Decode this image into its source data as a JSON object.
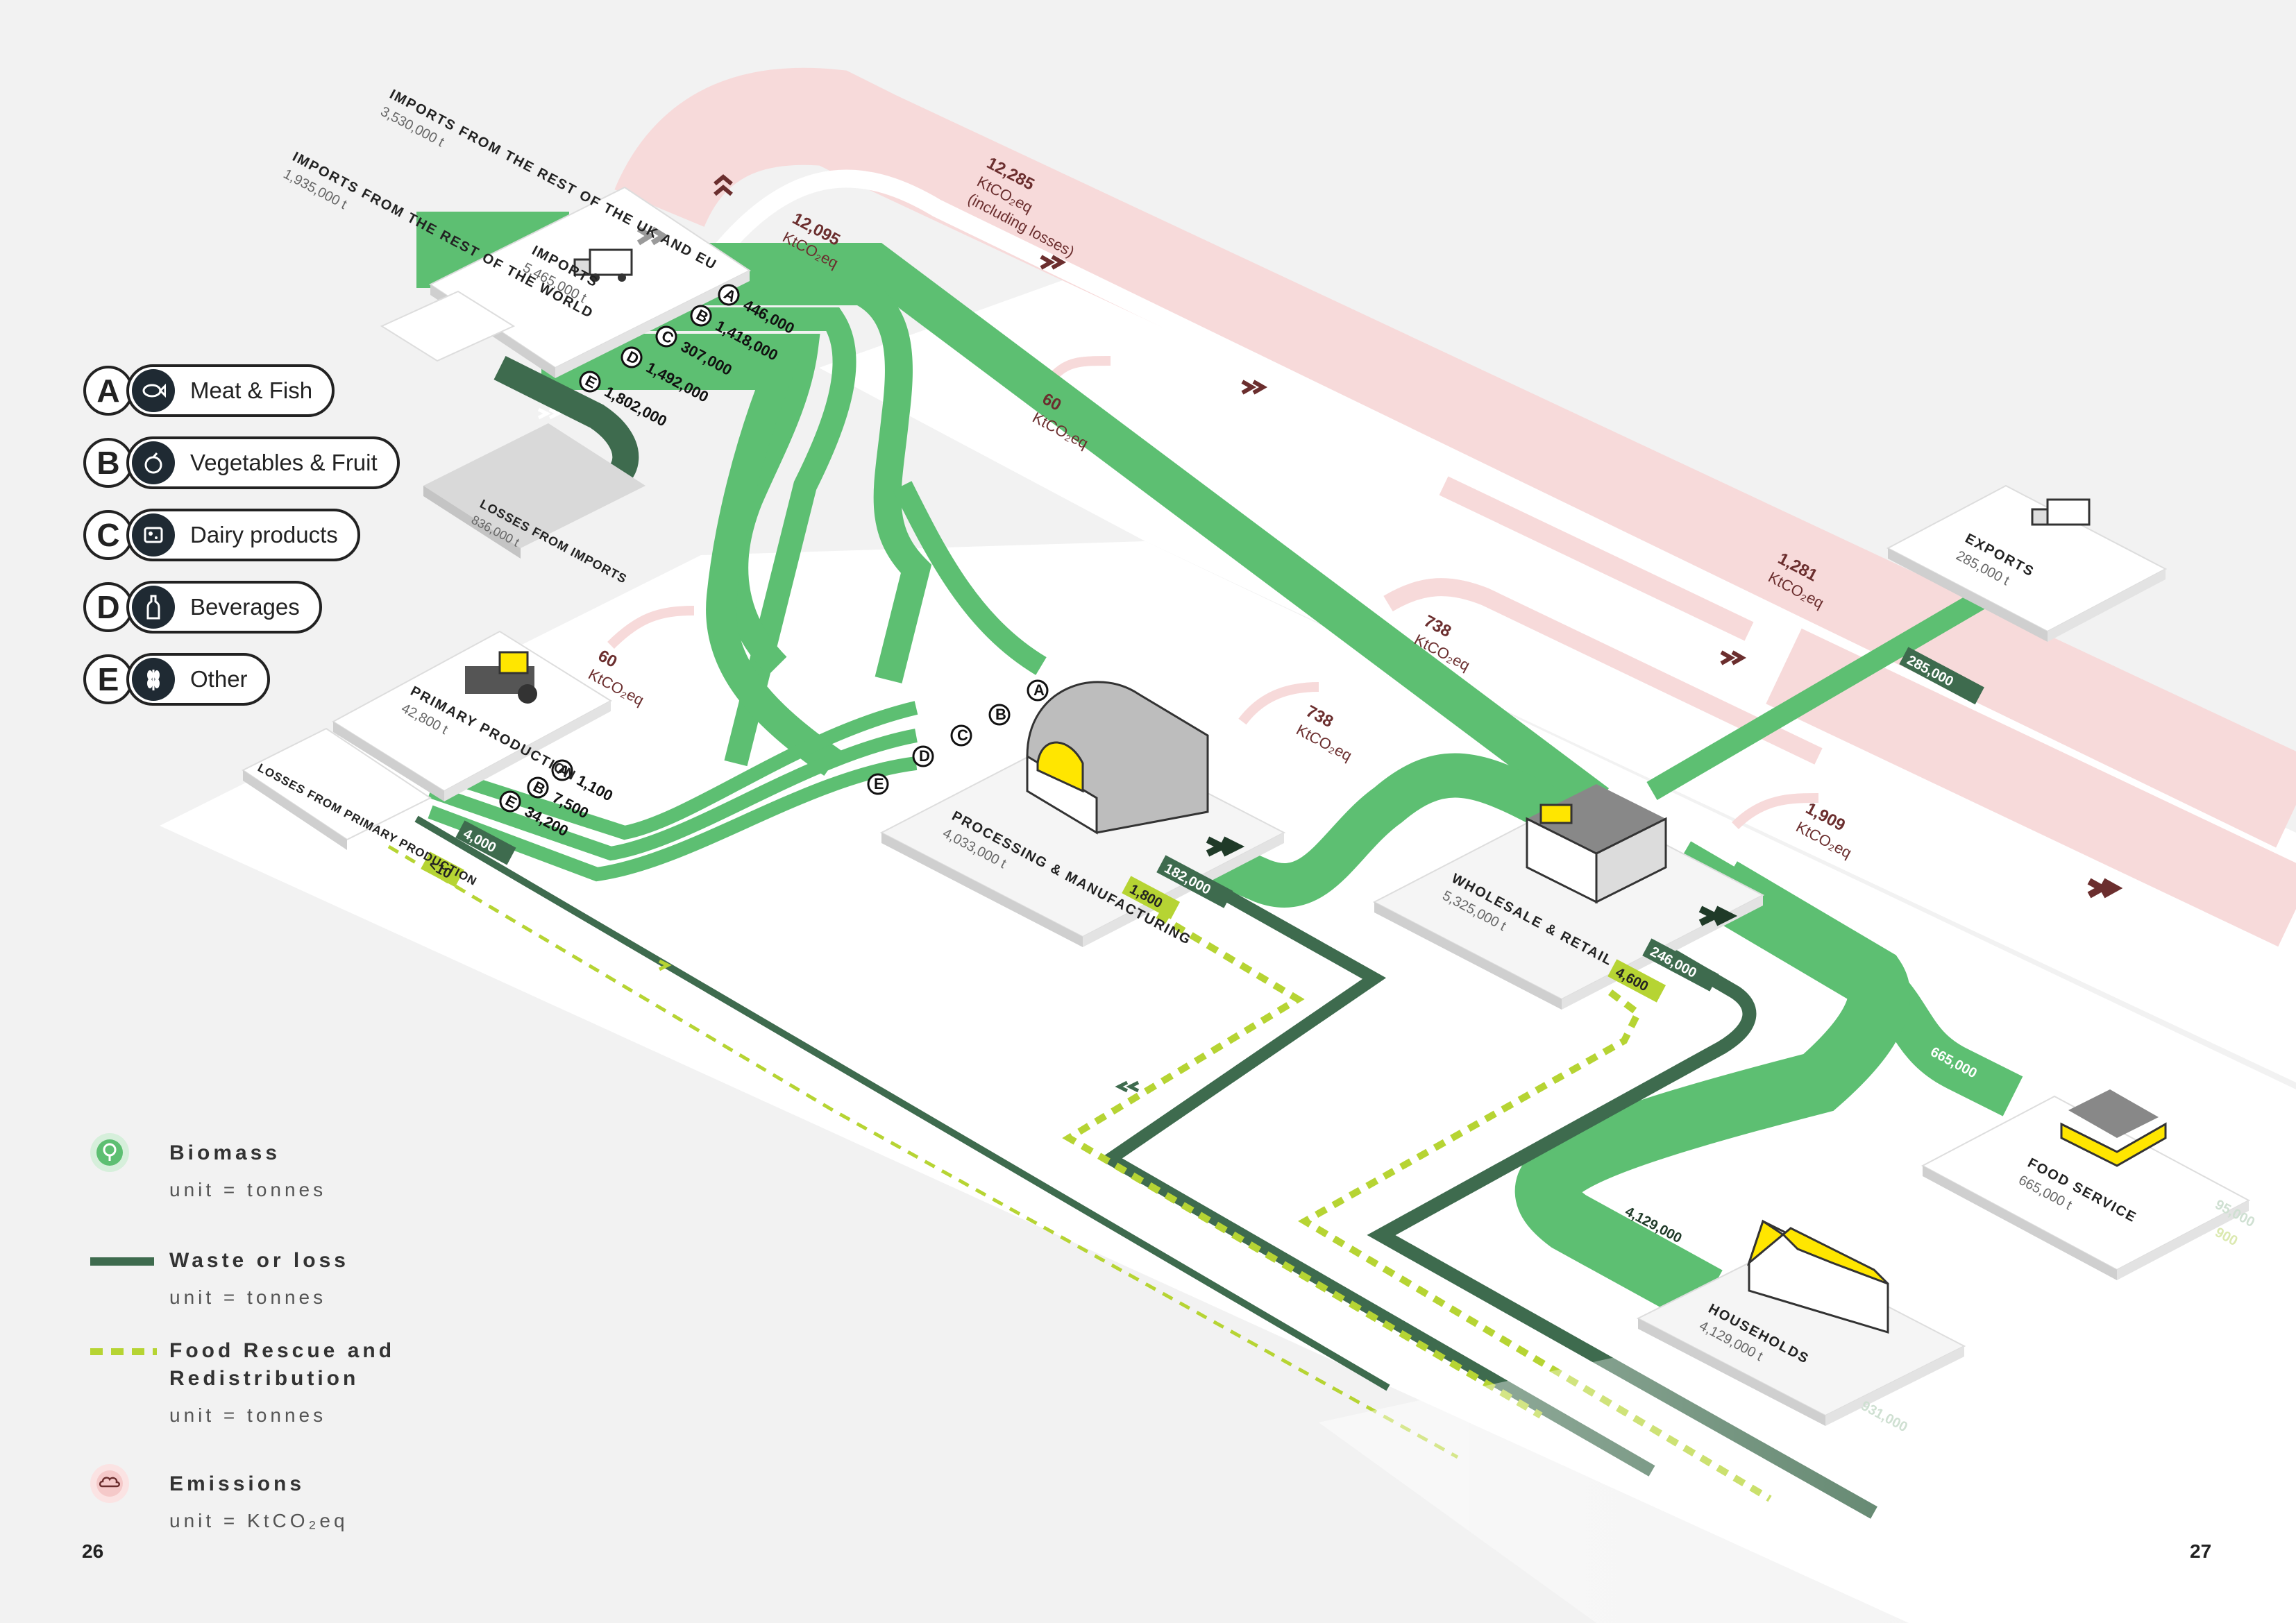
{
  "imports": {
    "ruk_eu_label": "IMPORTS FROM THE REST OF THE UK AND EU",
    "ruk_eu_value": "3,530,000 t",
    "row_label": "IMPORTS FROM THE REST OF THE WORLD",
    "row_value": "1,935,000 t"
  },
  "nodes": {
    "imports": {
      "title": "IMPORTS",
      "value": "5,465,000 t"
    },
    "losses_imports": {
      "title": "LOSSES FROM IMPORTS",
      "value": "836,000 t"
    },
    "primary": {
      "title": "PRIMARY PRODUCTION",
      "value": "42,800 t"
    },
    "losses_primary": {
      "title": "LOSSES FROM PRIMARY PRODUCTION"
    },
    "processing": {
      "title": "PROCESSING & MANUFACTURING",
      "value": "4,033,000 t"
    },
    "wholesale": {
      "title": "WHOLESALE & RETAIL",
      "value": "5,325,000 t"
    },
    "exports": {
      "title": "EXPORTS",
      "value": "285,000 t"
    },
    "food_service": {
      "title": "FOOD SERVICE",
      "value": "665,000 t"
    },
    "households": {
      "title": "HOUSEHOLDS",
      "value": "4,129,000 t"
    }
  },
  "import_flows": [
    {
      "letter": "A",
      "value": "446,000"
    },
    {
      "letter": "B",
      "value": "1,418,000"
    },
    {
      "letter": "C",
      "value": "307,000"
    },
    {
      "letter": "D",
      "value": "1,492,000"
    },
    {
      "letter": "E",
      "value": "1,802,000"
    }
  ],
  "primary_flows": [
    {
      "letter": "A",
      "value": "1,100"
    },
    {
      "letter": "B",
      "value": "7,500"
    },
    {
      "letter": "E",
      "value": "34,200"
    }
  ],
  "processing_letters": [
    "A",
    "B",
    "C",
    "D",
    "E"
  ],
  "flow_values": {
    "loss_primary": "4,000",
    "rescue_primary": "<10",
    "loss_processing": "182,000",
    "rescue_processing": "1,800",
    "exports_flow": "285,000",
    "loss_wholesale": "246,000",
    "rescue_wholesale": "4,600",
    "food_service_flow": "665,000",
    "households_flow": "4,129,000",
    "households_out": "931,000",
    "food_service_out": "95,000",
    "food_service_rescue": "900"
  },
  "emissions": {
    "imports_total": {
      "value": "12,285",
      "unit": "KtCO₂eq",
      "note": "(including losses)"
    },
    "imports": {
      "value": "12,095",
      "unit": "KtCO₂eq"
    },
    "losses_imports": {
      "value": "60",
      "unit": "KtCO₂eq"
    },
    "primary": {
      "value": "60",
      "unit": "KtCO₂eq"
    },
    "processing_a": {
      "value": "738",
      "unit": "KtCO₂eq"
    },
    "processing_b": {
      "value": "738",
      "unit": "KtCO₂eq"
    },
    "exports": {
      "value": "1,281",
      "unit": "KtCO₂eq"
    },
    "wholesale": {
      "value": "1,909",
      "unit": "KtCO₂eq"
    }
  },
  "categories": [
    {
      "letter": "A",
      "label": "Meat & Fish",
      "icon": "fish-icon"
    },
    {
      "letter": "B",
      "label": "Vegetables & Fruit",
      "icon": "apple-icon"
    },
    {
      "letter": "C",
      "label": "Dairy products",
      "icon": "cheese-icon"
    },
    {
      "letter": "D",
      "label": "Beverages",
      "icon": "bottle-icon"
    },
    {
      "letter": "E",
      "label": "Other",
      "icon": "wheat-icon"
    }
  ],
  "legend": {
    "biomass": {
      "title": "Biomass",
      "unit": "unit = tonnes"
    },
    "waste": {
      "title": "Waste or loss",
      "unit": "unit = tonnes"
    },
    "rescue": {
      "title_1": "Food Rescue and",
      "title_2": "Redistribution",
      "unit": "unit = tonnes"
    },
    "emissions": {
      "title": "Emissions",
      "unit": "unit = KtCO₂eq"
    }
  },
  "colors": {
    "biomass": "#5dbf72",
    "waste": "#3e6b4e",
    "rescue": "#b6d433",
    "emissions": "#f5d6d6",
    "node": "#ffffff"
  },
  "page_numbers": {
    "left": "26",
    "right": "27"
  }
}
